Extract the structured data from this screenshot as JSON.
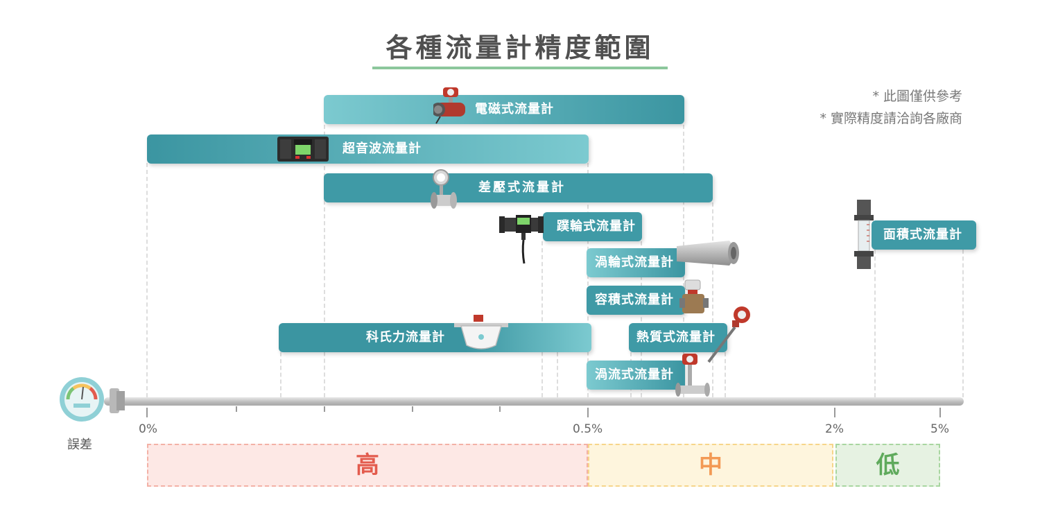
{
  "title": "各種流量計精度範圍",
  "notes": [
    "* 此圖僅供參考",
    "* 實際精度請洽詢各廠商"
  ],
  "meters": {
    "electromagnetic": "電磁式流量計",
    "ultrasonic": "超音波流量計",
    "differential_pressure": "差壓式流量計",
    "paddle_wheel": "蹼輪式流量計",
    "turbine": "渦輪式流量計",
    "positive_displacement": "容積式流量計",
    "coriolis": "科氏力流量計",
    "thermal_mass": "熱質式流量計",
    "vortex": "渦流式流量計",
    "variable_area": "面積式流量計"
  },
  "axis": {
    "label": "誤差",
    "ticks": [
      "0%",
      "0.5%",
      "2%",
      "5%"
    ]
  },
  "zones": {
    "high": "高",
    "mid": "中",
    "low": "低"
  },
  "colors": {
    "bar": "#3f9aa6",
    "accent_green": "#8cc79c",
    "high": "#e35b4d",
    "mid": "#f39a55",
    "low": "#5faa5c"
  },
  "icons": {
    "gauge": "gauge-icon",
    "devices": [
      "electromagnetic-meter-icon",
      "ultrasonic-meter-icon",
      "dp-meter-icon",
      "paddle-meter-icon",
      "turbine-meter-icon",
      "pd-meter-icon",
      "coriolis-meter-icon",
      "thermal-meter-icon",
      "vortex-meter-icon",
      "rotameter-icon"
    ]
  }
}
